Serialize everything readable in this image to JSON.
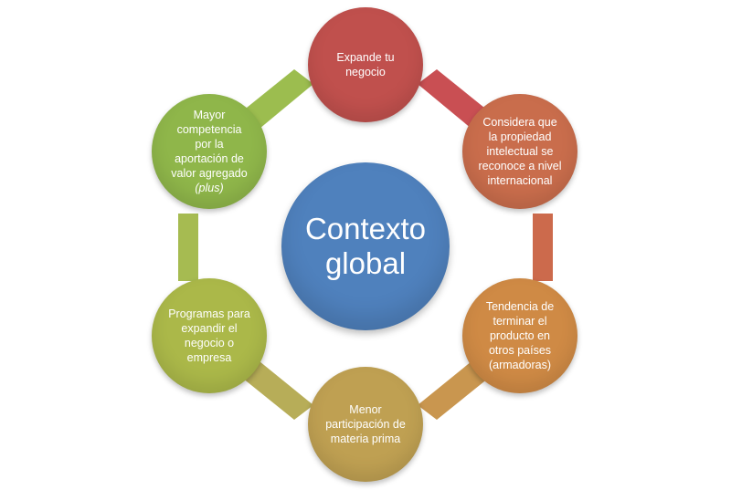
{
  "center": {
    "line1": "Contexto",
    "line2": "global",
    "color": "#4f81bd"
  },
  "nodes": [
    {
      "lines": [
        "Expande tu",
        "negocio"
      ],
      "color": "#c0504d"
    },
    {
      "lines": [
        "Considera que",
        "la propiedad",
        "intelectual se",
        "reconoce a nivel",
        "internacional"
      ],
      "color": "#c96d4c"
    },
    {
      "lines": [
        "Tendencia de",
        "terminar el",
        "producto  en",
        "otros países",
        "(armadoras)"
      ],
      "color": "#cf8a45"
    },
    {
      "lines": [
        "Menor",
        "participación de",
        "materia prima"
      ],
      "color": "#bfa052"
    },
    {
      "lines": [
        "Programas para",
        "expandir el",
        "negocio o",
        "empresa"
      ],
      "color": "#abb849"
    },
    {
      "lines": [
        "Mayor",
        "competencia",
        "por la",
        "aportación de",
        "valor agregado",
        "(plus)"
      ],
      "color": "#8fb64a"
    }
  ],
  "connector_colors": [
    "#c94f53",
    "#cc6a4c",
    "#c9964f",
    "#b7ad58",
    "#a6bb51",
    "#9cbd4f"
  ]
}
